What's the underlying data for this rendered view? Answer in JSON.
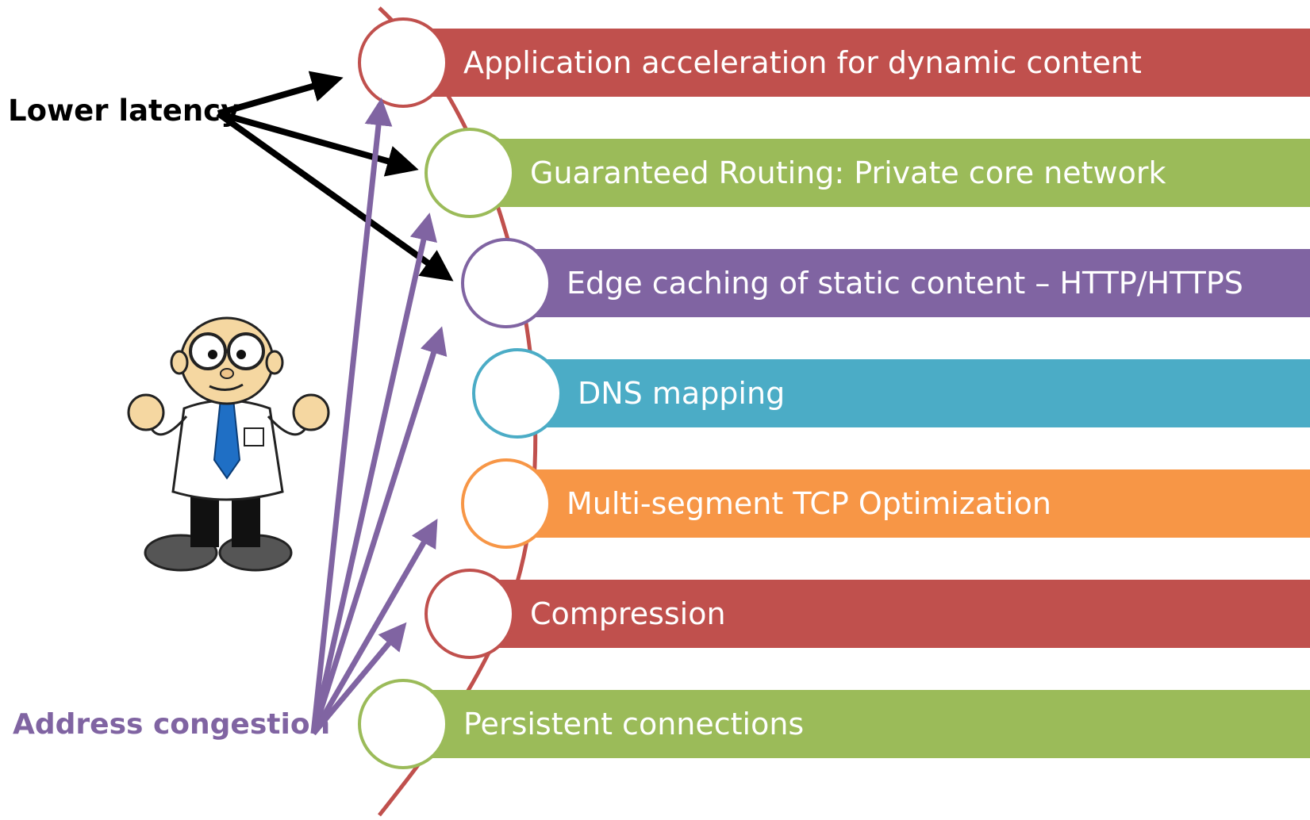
{
  "features": [
    {
      "label": "Application acceleration for dynamic content",
      "color": "#c0504d"
    },
    {
      "label": "Guaranteed Routing: Private core network",
      "color": "#9bbb59"
    },
    {
      "label": "Edge caching of static content – HTTP/HTTPS",
      "color": "#8064a2"
    },
    {
      "label": "DNS mapping",
      "color": "#4bacc6"
    },
    {
      "label": "Multi-segment TCP Optimization",
      "color": "#f79646"
    },
    {
      "label": "Compression",
      "color": "#c0504d"
    },
    {
      "label": "Persistent connections",
      "color": "#9bbb59"
    }
  ],
  "labels": {
    "lower_latency": "Lower latency",
    "address_congestion": "Address congestion"
  },
  "colors": {
    "spine": "#c0504d",
    "lower_latency_arrows": "#000000",
    "congestion_arrows": "#8064a2",
    "address_congestion_text": "#8064a2"
  },
  "icons": {
    "character": "cartoon-man-shrugging-icon"
  }
}
